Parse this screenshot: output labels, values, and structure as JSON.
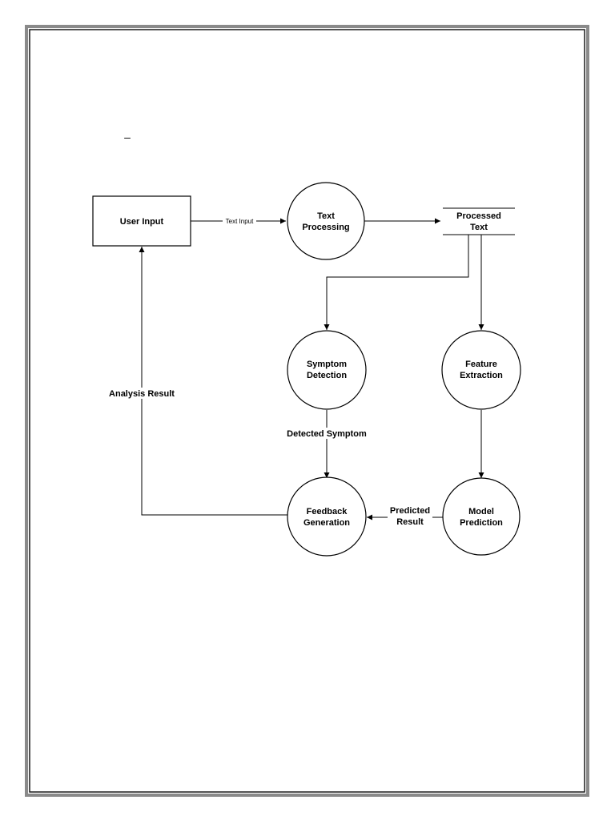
{
  "diagram": {
    "stray_mark": "–",
    "nodes": {
      "user_input": {
        "lines": [
          "User Input"
        ]
      },
      "text_processing": {
        "lines": [
          "Text",
          "Processing"
        ]
      },
      "processed_text": {
        "lines": [
          "Processed",
          "Text"
        ]
      },
      "symptom_detection": {
        "lines": [
          "Symptom",
          "Detection"
        ]
      },
      "feature_extraction": {
        "lines": [
          "Feature",
          "Extraction"
        ]
      },
      "feedback_generation": {
        "lines": [
          "Feedback",
          "Generation"
        ]
      },
      "model_prediction": {
        "lines": [
          "Model",
          "Prediction"
        ]
      }
    },
    "edges": {
      "text_input": {
        "lines": [
          "Text Input"
        ]
      },
      "analysis_result": {
        "lines": [
          "Analysis Result"
        ]
      },
      "detected_symptom": {
        "lines": [
          "Detected Symptom"
        ]
      },
      "predicted_result": {
        "lines": [
          "Predicted",
          "Result"
        ]
      }
    }
  }
}
